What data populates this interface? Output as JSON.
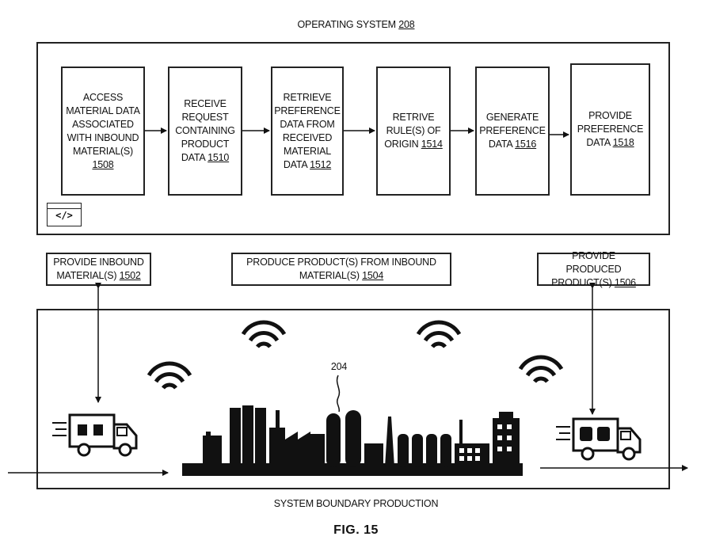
{
  "operating_system": {
    "title": "OPERATING SYSTEM",
    "ref": "208"
  },
  "steps": [
    {
      "text": "ACCESS MATERIAL DATA ASSOCIATED WITH INBOUND MATERIAL(S)",
      "ref": "1508"
    },
    {
      "text": "RECEIVE REQUEST CONTAINING PRODUCT DATA",
      "ref": "1510"
    },
    {
      "text": "RETRIEVE PREFERENCE DATA FROM RECEIVED MATERIAL DATA",
      "ref": "1512"
    },
    {
      "text": "RETRIVE RULE(S) OF ORIGIN",
      "ref": "1514"
    },
    {
      "text": "GENERATE PREFERENCE DATA",
      "ref": "1516"
    },
    {
      "text": "PROVIDE PREFERENCE DATA",
      "ref": "1518"
    }
  ],
  "labels": {
    "inbound": {
      "text": "PROVIDE INBOUND MATERIAL(S)",
      "ref": "1502"
    },
    "produce": {
      "text": "PRODUCE PRODUCT(S) FROM INBOUND MATERIAL(S)",
      "ref": "1504"
    },
    "outbound": {
      "text": "PROVIDE PRODUCED PRODUCT(S)",
      "ref": "1506"
    }
  },
  "factory_ref": "204",
  "boundary_caption": "SYSTEM BOUNDARY PRODUCTION",
  "figure_label": "FIG. 15",
  "code_icon_glyph": "</>"
}
